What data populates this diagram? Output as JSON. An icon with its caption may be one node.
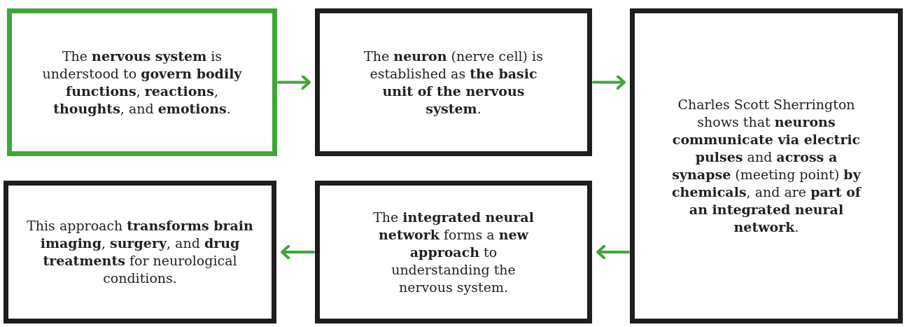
{
  "diagram": {
    "nodes": [
      {
        "text": [
          "The **nervous system** is understood to **govern bodily functions**, **reactions**, **thoughts**, and **emotions**."
        ]
      },
      {
        "text": [
          "The **neuron** (nerve cell) is established as **the basic unit of the nervous system**."
        ]
      },
      {
        "text": [
          "Charles Scott Sherrington shows that **neurons communicate via electric pulses** and **across a synapse** (meeting point) **by chemicals**, and are **part of an integrated neural network**."
        ]
      },
      {
        "text": [
          "The **integrated neural network** forms a **new approach** to understanding the nervous system."
        ]
      },
      {
        "text": [
          "This approach **transforms brain imaging**, **surgery**, and **drug treatments** for neurological conditions."
        ]
      }
    ],
    "edges": [
      {
        "from": 0,
        "to": 1,
        "arrow": "to"
      },
      {
        "from": 1,
        "to": 2,
        "arrow": "to"
      },
      {
        "from": 2,
        "to": 3,
        "arrow": "to"
      },
      {
        "from": 3,
        "to": 4,
        "arrow": "to"
      }
    ]
  }
}
